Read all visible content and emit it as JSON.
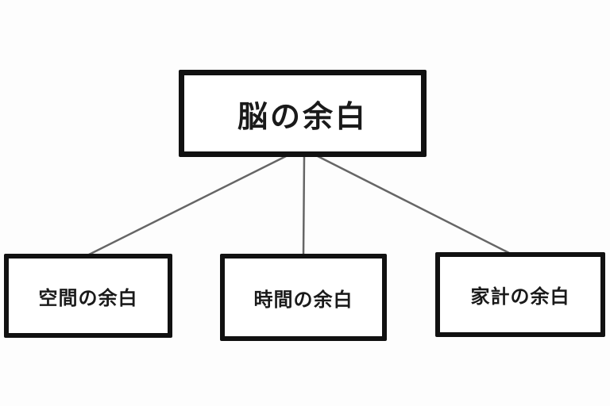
{
  "diagram": {
    "type": "hierarchy",
    "root": {
      "label": "脳の余白"
    },
    "children": [
      {
        "id": "space",
        "label": "空間の余白"
      },
      {
        "id": "time",
        "label": "時間の余白"
      },
      {
        "id": "household",
        "label": "家計の余白"
      }
    ],
    "colors": {
      "box_border": "#111111",
      "box_fill": "#ffffff",
      "text": "#1a1a1a",
      "connector": "#666666",
      "background": "#fdfdfd"
    }
  }
}
